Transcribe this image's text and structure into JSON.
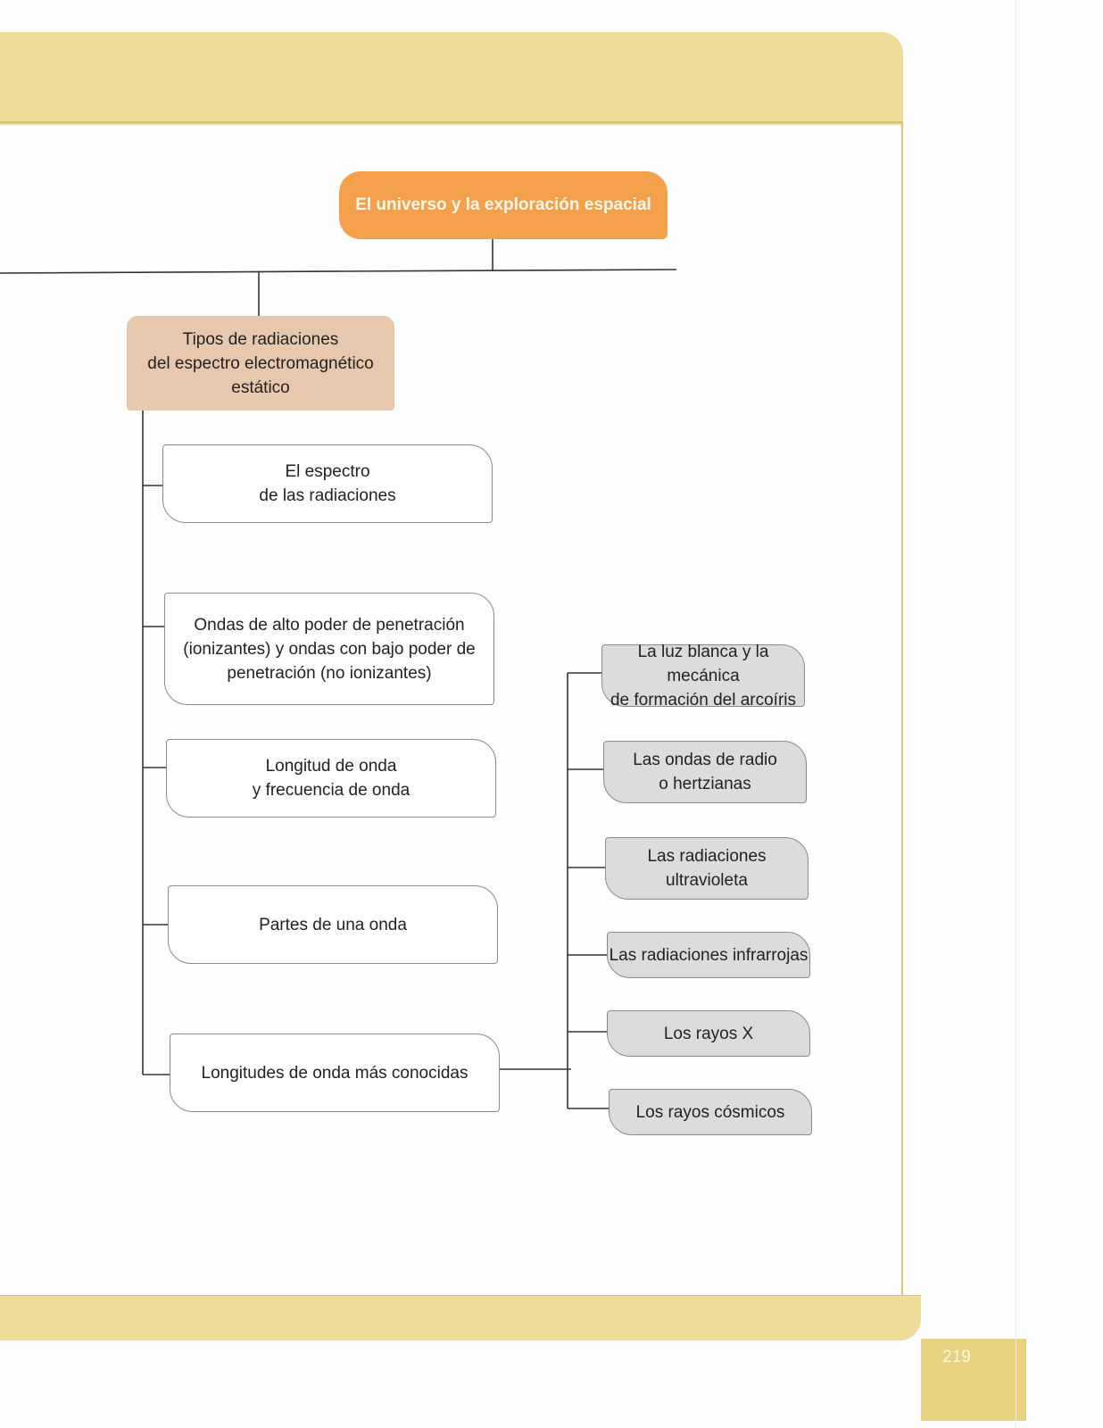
{
  "page": {
    "number": "219"
  },
  "concept_map": {
    "root": "El universo y la exploración espacial",
    "category": "Tipos de radiaciones\ndel espectro electromagnético\nestático",
    "topics": [
      "El espectro\nde las radiaciones",
      "Ondas de alto poder de penetración\n(ionizantes) y ondas con bajo poder de\npenetración (no ionizantes)",
      "Longitud de onda\ny frecuencia de onda",
      "Partes de una onda",
      "Longitudes de onda más conocidas"
    ],
    "wavelengths": [
      "La luz blanca y la mecánica\nde formación del arcoíris",
      "Las ondas de radio\no hertzianas",
      "Las radiaciones\nultravioleta",
      "Las radiaciones infrarrojas",
      "Los rayos X",
      "Los rayos cósmicos"
    ]
  },
  "colors": {
    "band": "#eddb9a",
    "root_node": "#f5a04b",
    "category_node": "#e8c8ad",
    "sub_node": "#dcdcdc",
    "connector": "#333333"
  }
}
